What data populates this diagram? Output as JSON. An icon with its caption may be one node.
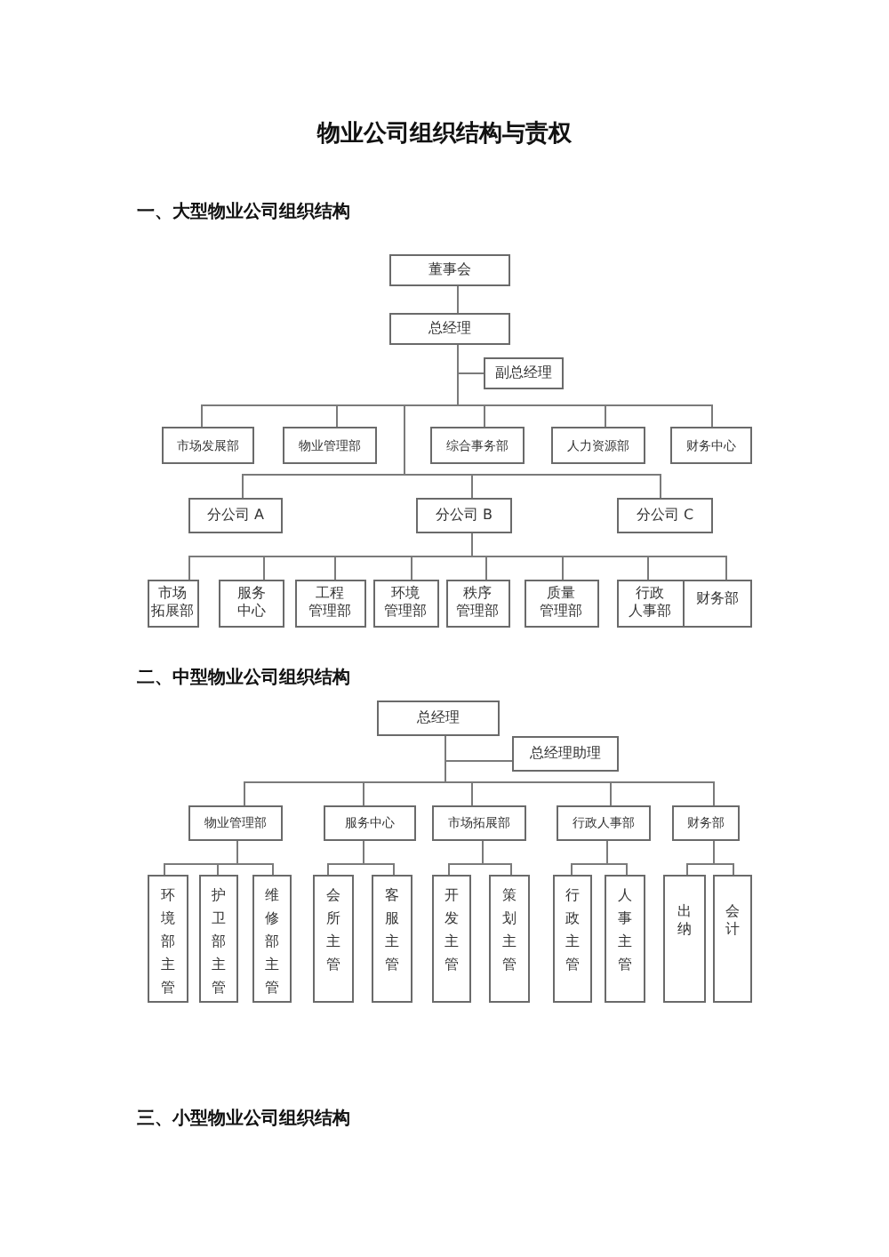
{
  "diagram": {
    "title": "物业公司组织结构与责权",
    "nodes": [
      {
        "text": [
          "董事会"
        ]
      },
      {
        "text": [
          "总经理"
        ]
      },
      {
        "text": [
          "副总经理"
        ]
      },
      {
        "text": [
          "市场发展部"
        ]
      },
      {
        "text": [
          "物业管理部"
        ]
      },
      {
        "text": [
          "综合事务部"
        ]
      },
      {
        "text": [
          "人力资源部"
        ]
      },
      {
        "text": [
          "财务中心"
        ]
      },
      {
        "text": [
          "分公司 A"
        ]
      },
      {
        "text": [
          "分公司 B"
        ]
      },
      {
        "text": [
          "分公司 C"
        ]
      },
      {
        "text": [
          "市场拓展部"
        ]
      },
      {
        "text": [
          "服务中心"
        ]
      },
      {
        "text": [
          "工程管理部"
        ]
      },
      {
        "text": [
          "环境管理部"
        ]
      },
      {
        "text": [
          "秩序管理部"
        ]
      },
      {
        "text": [
          "质量管理部"
        ]
      },
      {
        "text": [
          "行政人事部"
        ]
      },
      {
        "text": [
          "财务部"
        ]
      },
      {
        "text": [
          "总经理"
        ]
      },
      {
        "text": [
          "总经理助理"
        ]
      },
      {
        "text": [
          "物业管理部"
        ]
      },
      {
        "text": [
          "服务中心"
        ]
      },
      {
        "text": [
          "市场拓展部"
        ]
      },
      {
        "text": [
          "行政人事部"
        ]
      },
      {
        "text": [
          "财务部"
        ]
      },
      {
        "text": [
          "环境部主管"
        ]
      },
      {
        "text": [
          "护卫部主管"
        ]
      },
      {
        "text": [
          "维修部主管"
        ]
      },
      {
        "text": [
          "会所主管"
        ]
      },
      {
        "text": [
          "客服主管"
        ]
      },
      {
        "text": [
          "开发主管"
        ]
      },
      {
        "text": [
          "策划主管"
        ]
      },
      {
        "text": [
          "行政主管"
        ]
      },
      {
        "text": [
          "人事主管"
        ]
      },
      {
        "text": [
          "出纳"
        ]
      },
      {
        "text": [
          "会计"
        ]
      }
    ],
    "edges": [
      {
        "from": 0,
        "to": 1,
        "arrow": "none"
      },
      {
        "from": 1,
        "to": 2,
        "arrow": "none"
      },
      {
        "from": 1,
        "to": 3,
        "arrow": "none"
      },
      {
        "from": 1,
        "to": 4,
        "arrow": "none"
      },
      {
        "from": 1,
        "to": 5,
        "arrow": "none"
      },
      {
        "from": 1,
        "to": 6,
        "arrow": "none"
      },
      {
        "from": 1,
        "to": 7,
        "arrow": "none"
      },
      {
        "from": 1,
        "to": 8,
        "arrow": "none"
      },
      {
        "from": 1,
        "to": 9,
        "arrow": "none"
      },
      {
        "from": 1,
        "to": 10,
        "arrow": "none"
      },
      {
        "from": 9,
        "to": 11,
        "arrow": "none"
      },
      {
        "from": 9,
        "to": 12,
        "arrow": "none"
      },
      {
        "from": 9,
        "to": 13,
        "arrow": "none"
      },
      {
        "from": 9,
        "to": 14,
        "arrow": "none"
      },
      {
        "from": 9,
        "to": 15,
        "arrow": "none"
      },
      {
        "from": 9,
        "to": 16,
        "arrow": "none"
      },
      {
        "from": 9,
        "to": 17,
        "arrow": "none"
      },
      {
        "from": 9,
        "to": 18,
        "arrow": "none"
      },
      {
        "from": 19,
        "to": 20,
        "arrow": "none"
      },
      {
        "from": 19,
        "to": 21,
        "arrow": "none"
      },
      {
        "from": 19,
        "to": 22,
        "arrow": "none"
      },
      {
        "from": 19,
        "to": 23,
        "arrow": "none"
      },
      {
        "from": 19,
        "to": 24,
        "arrow": "none"
      },
      {
        "from": 19,
        "to": 25,
        "arrow": "none"
      },
      {
        "from": 21,
        "to": 26,
        "arrow": "none"
      },
      {
        "from": 21,
        "to": 27,
        "arrow": "none"
      },
      {
        "from": 21,
        "to": 28,
        "arrow": "none"
      },
      {
        "from": 22,
        "to": 29,
        "arrow": "none"
      },
      {
        "from": 22,
        "to": 30,
        "arrow": "none"
      },
      {
        "from": 23,
        "to": 31,
        "arrow": "none"
      },
      {
        "from": 23,
        "to": 32,
        "arrow": "none"
      },
      {
        "from": 24,
        "to": 33,
        "arrow": "none"
      },
      {
        "from": 24,
        "to": 34,
        "arrow": "none"
      },
      {
        "from": 25,
        "to": 35,
        "arrow": "none"
      },
      {
        "from": 25,
        "to": 36,
        "arrow": "none"
      }
    ],
    "labels": [
      "一、大型物业公司组织结构",
      "二、中型物业公司组织结构",
      "三、小型物业公司组织结构"
    ]
  }
}
